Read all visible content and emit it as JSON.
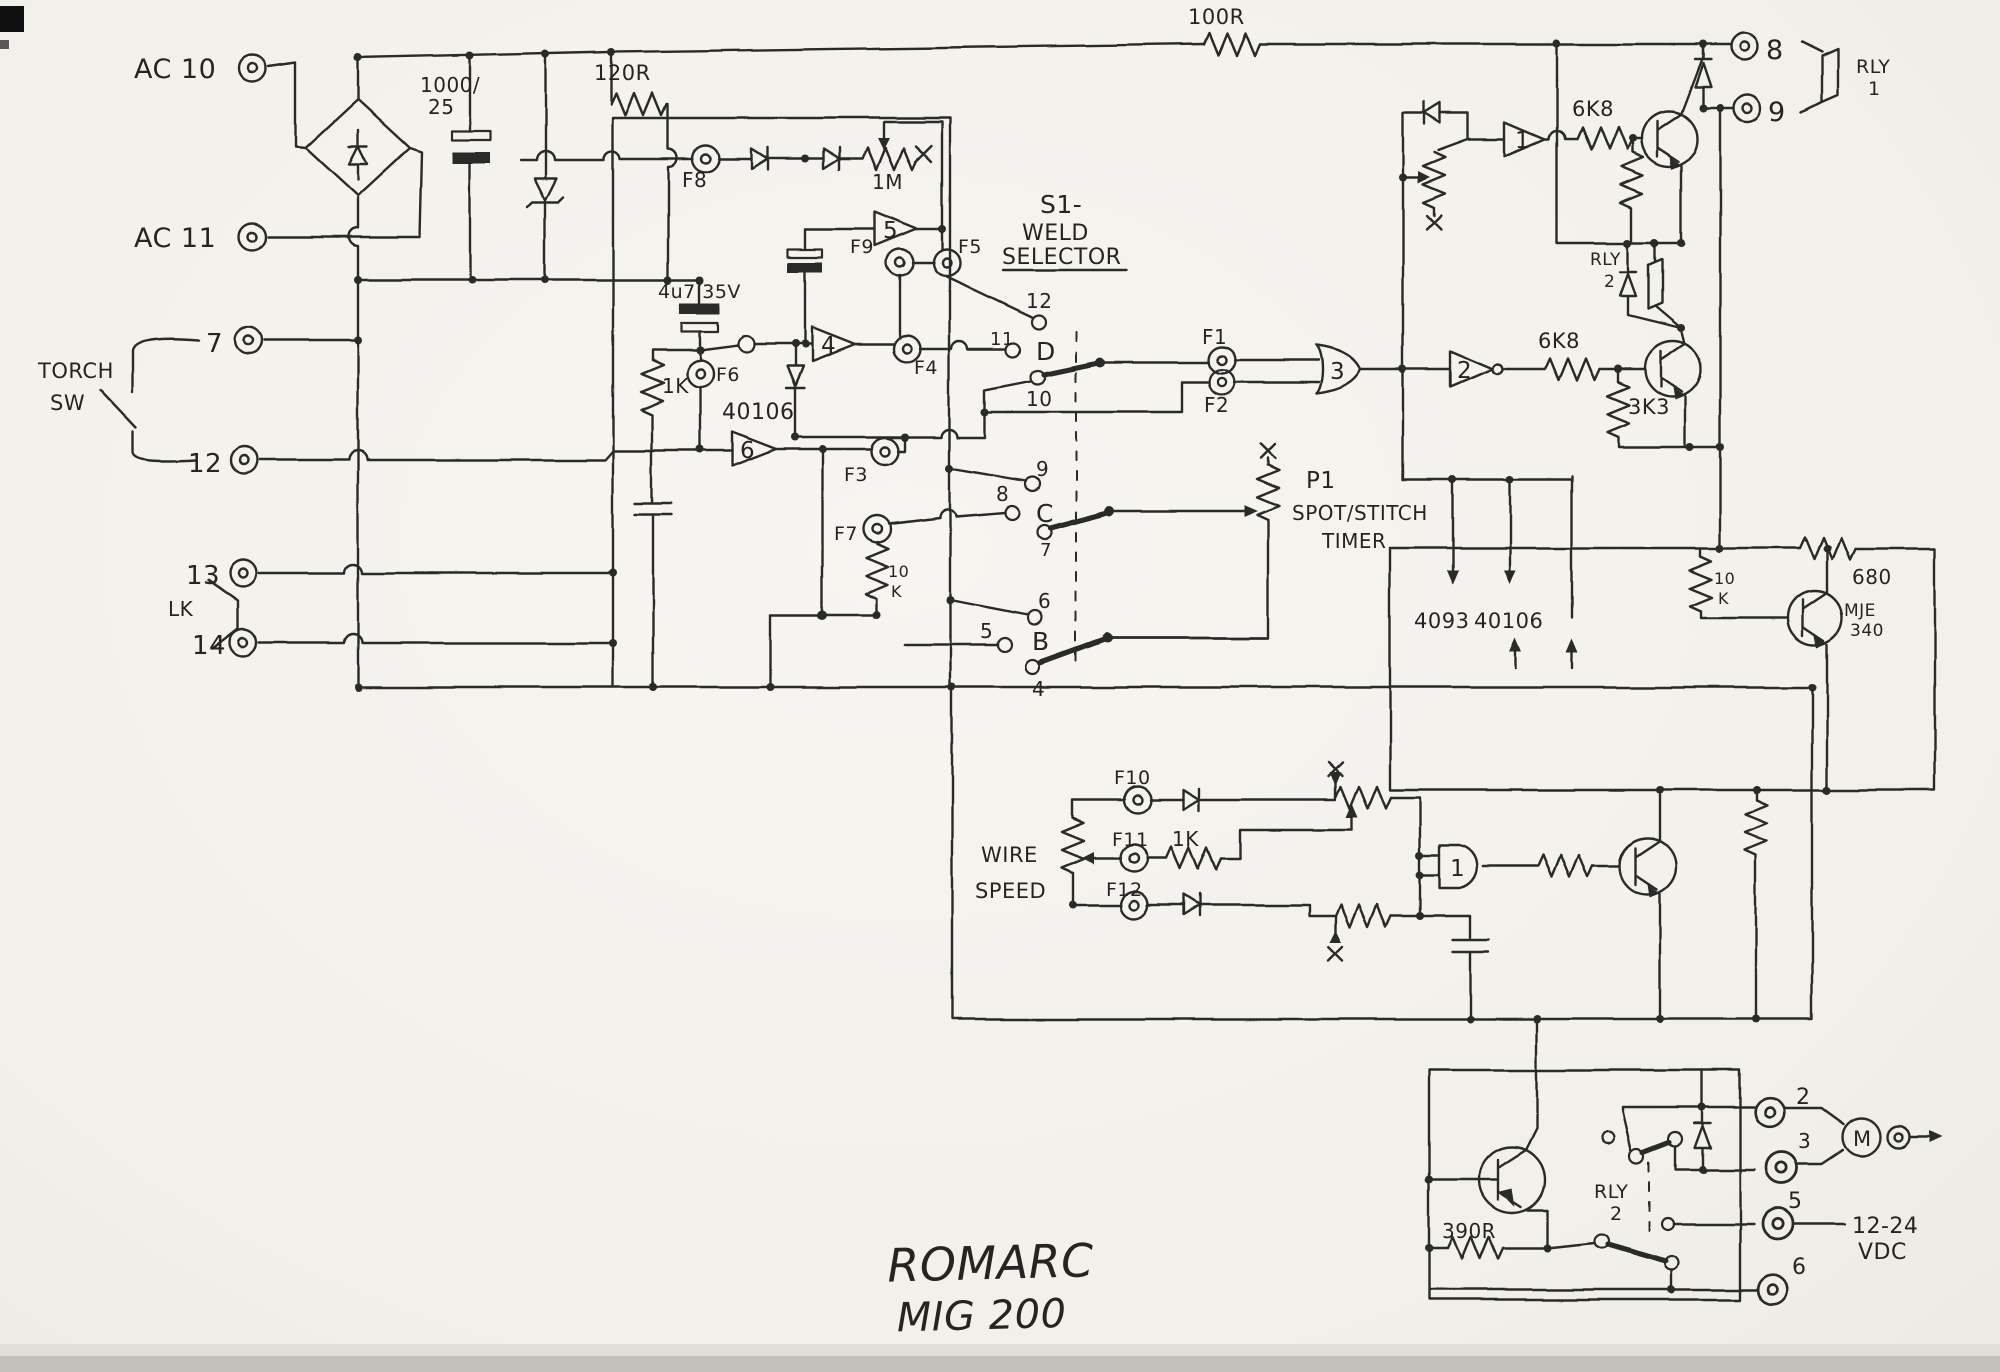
{
  "power": {
    "ac10": "AC 10",
    "ac11": "AC 11",
    "cap_main_1": "1000/",
    "cap_main_2": "25",
    "r100": "100R",
    "r120": "120R",
    "cap_4u7": "4u7 35V"
  },
  "torch_switch": {
    "torch": "TORCH",
    "sw": "SW",
    "t7": "7",
    "t12": "12",
    "t13": "13",
    "t14": "14",
    "lk": "LK"
  },
  "oscillator": {
    "f8": "F8",
    "pot_1m": "1M",
    "g5": "5",
    "f9": "F9",
    "f5": "F5",
    "g4": "4",
    "f4": "F4",
    "f6": "F6",
    "r1k": "1K",
    "ic_40106": "40106",
    "g6": "6",
    "f3": "F3",
    "f7": "F7",
    "r10k_1": "10",
    "r10k_2": "K"
  },
  "weld_selector": {
    "s1": "S1-",
    "weld": "WELD",
    "selector": "SELECTOR",
    "d_12": "12",
    "d_11": "11",
    "d": "D",
    "d_10": "10",
    "c_9": "9",
    "c_8": "8",
    "c": "C",
    "c_7": "7",
    "b_6": "6",
    "b_5": "5",
    "b": "B",
    "b_4": "4"
  },
  "spot_timer": {
    "f1": "F1",
    "f2": "F2",
    "g3": "3",
    "p1": "P1",
    "spot_stitch": "SPOT/STITCH",
    "timer": "TIMER"
  },
  "logic_ics": {
    "ic_4093": "4093",
    "ic_40106": "40106"
  },
  "relay_driver": {
    "g1": "1",
    "r6k8_a": "6K8",
    "t8": "8",
    "t9": "9",
    "rly1_1": "RLY",
    "rly1_2": "1",
    "rly2_1": "RLY",
    "rly2_2": "2",
    "g2": "2",
    "r6k8_b": "6K8",
    "r3k3": "3K3"
  },
  "wire_speed": {
    "wire": "WIRE",
    "speed": "SPEED",
    "f10": "F10",
    "f11": "F11",
    "f12": "F12",
    "r1k": "1K",
    "g1": "1",
    "r10k_1": "10",
    "r10k_2": "K",
    "r680": "680",
    "mje_1": "MJE",
    "mje_2": "340"
  },
  "motor_relay": {
    "r390": "390R",
    "rly2_1": "RLY",
    "rly2_2": "2",
    "t2": "2",
    "t3": "3",
    "t5": "5",
    "t6": "6",
    "vdc_1": "12-24",
    "vdc_2": "VDC",
    "motor_m": "M"
  },
  "title_block": {
    "brand": "ROMARC",
    "model": "MIG 200"
  }
}
